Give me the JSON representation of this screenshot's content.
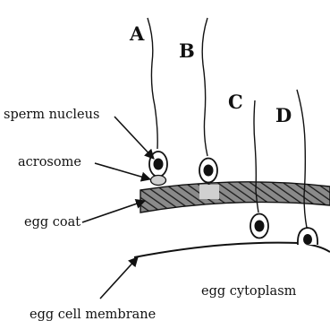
{
  "diagram": {
    "stage_labels": {
      "a": "A",
      "b": "B",
      "c": "C",
      "d": "D"
    },
    "part_labels": {
      "sperm_nucleus": "sperm nucleus",
      "acrosome": "acrosome",
      "egg_coat": "egg coat",
      "egg_cell_membrane": "egg cell membrane",
      "egg_cytoplasm": "egg cytoplasm"
    }
  }
}
